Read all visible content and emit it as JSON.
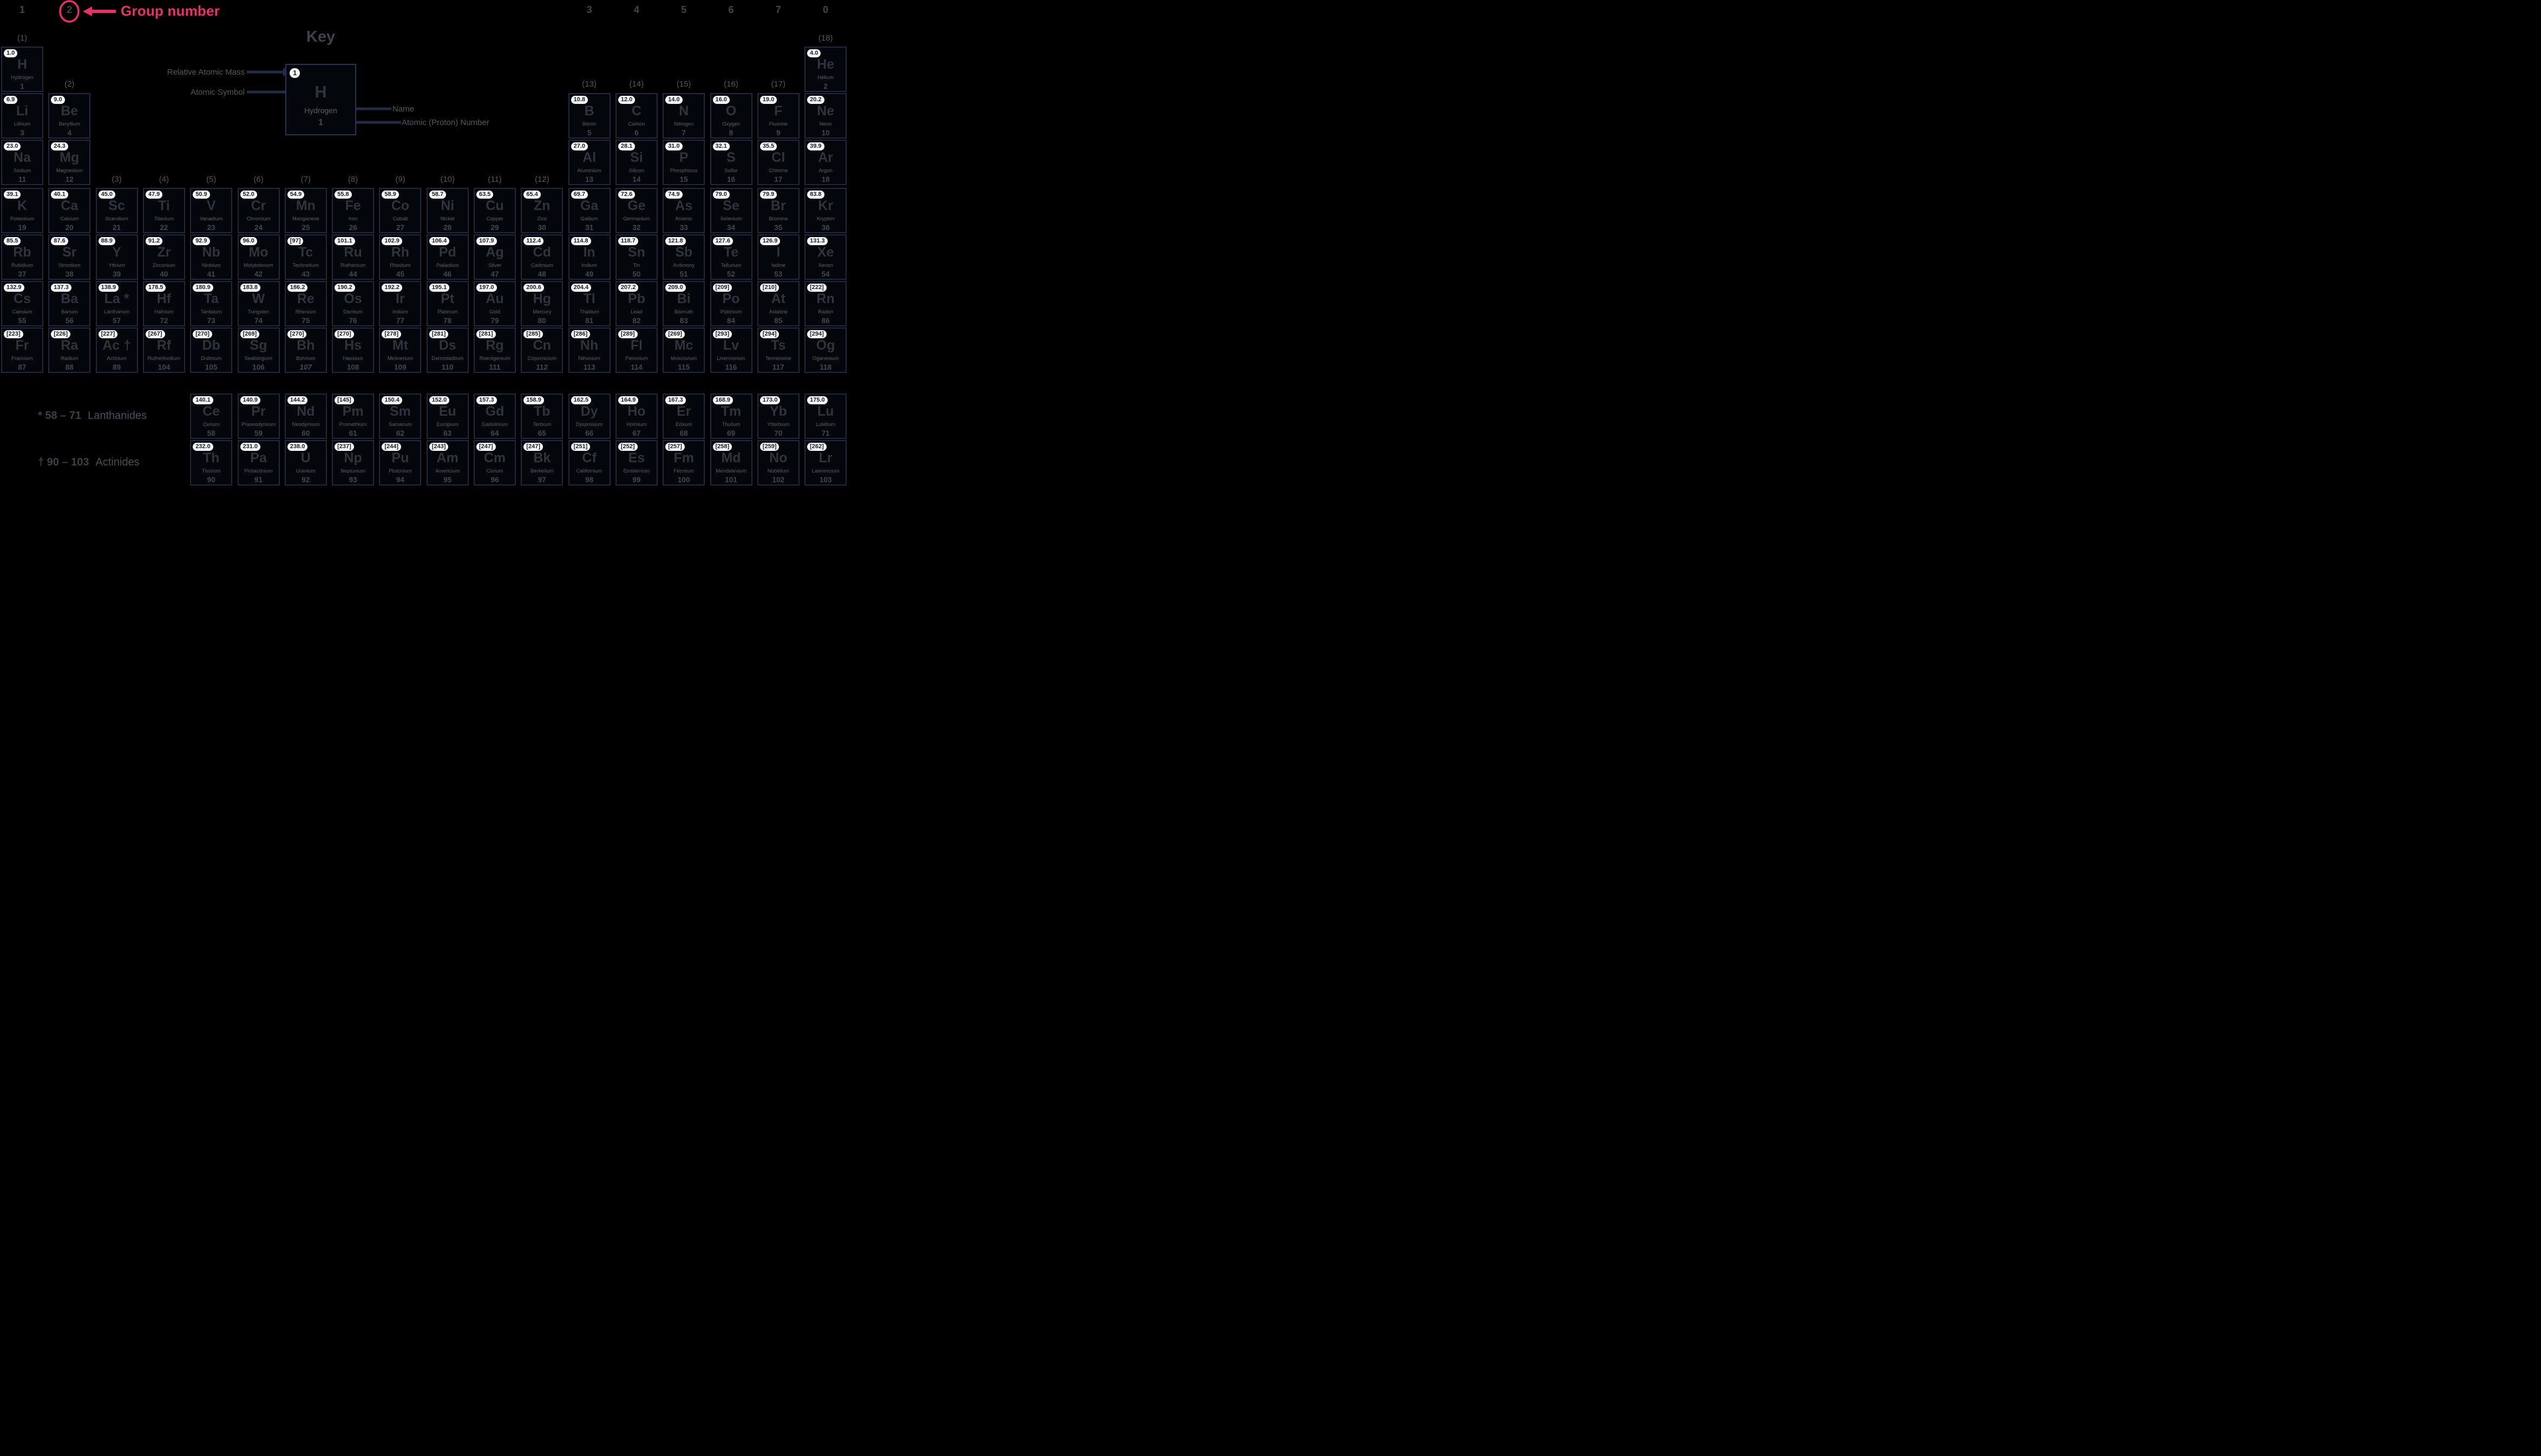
{
  "colors": {
    "accent": "#ed2e6c",
    "arrow": "#222c44",
    "cell_border": "#1f2940",
    "pill_bg": "#f7f8f9",
    "pill_text": "#191c22"
  },
  "annotation": {
    "group_number_label": "Group number",
    "circled_group": "2"
  },
  "top_groups": [
    {
      "text": "1",
      "col": 1
    },
    {
      "text": "2",
      "col": 2,
      "circled": true
    },
    {
      "text": "3",
      "col": 13
    },
    {
      "text": "4",
      "col": 14
    },
    {
      "text": "5",
      "col": 15
    },
    {
      "text": "6",
      "col": 16
    },
    {
      "text": "7",
      "col": 17
    },
    {
      "text": "0",
      "col": 18
    }
  ],
  "paren_labels": [
    {
      "text": "(1)",
      "col": 1,
      "level": 1
    },
    {
      "text": "(18)",
      "col": 18,
      "level": 1
    },
    {
      "text": "(2)",
      "col": 2,
      "level": 2
    },
    {
      "text": "(13)",
      "col": 13,
      "level": 2
    },
    {
      "text": "(14)",
      "col": 14,
      "level": 2
    },
    {
      "text": "(15)",
      "col": 15,
      "level": 2
    },
    {
      "text": "(16)",
      "col": 16,
      "level": 2
    },
    {
      "text": "(17)",
      "col": 17,
      "level": 2
    },
    {
      "text": "(3)",
      "col": 3,
      "level": 3
    },
    {
      "text": "(4)",
      "col": 4,
      "level": 3
    },
    {
      "text": "(5)",
      "col": 5,
      "level": 3
    },
    {
      "text": "(6)",
      "col": 6,
      "level": 3
    },
    {
      "text": "(7)",
      "col": 7,
      "level": 3
    },
    {
      "text": "(8)",
      "col": 8,
      "level": 3
    },
    {
      "text": "(9)",
      "col": 9,
      "level": 3
    },
    {
      "text": "(10)",
      "col": 10,
      "level": 3
    },
    {
      "text": "(11)",
      "col": 11,
      "level": 3
    },
    {
      "text": "(12)",
      "col": 12,
      "level": 3
    }
  ],
  "key": {
    "title": "Key",
    "mass": "1",
    "symbol": "H",
    "name": "Hydrogen",
    "number": "1",
    "label_mass": "Relative Atomic Mass",
    "label_symbol": "Atomic Symbol",
    "label_name": "Name",
    "label_number": "Atomic (Proton) Number"
  },
  "series_labels": {
    "lanthanides": {
      "prefix": "* 58 – 71",
      "name": "Lanthanides"
    },
    "actinides": {
      "prefix": "† 90 – 103",
      "name": "Actinides"
    }
  },
  "elements": [
    {
      "sym": "H",
      "name": "Hydrogen",
      "num": "1",
      "mass": "1.0",
      "col": 1,
      "row": 1
    },
    {
      "sym": "He",
      "name": "Helium",
      "num": "2",
      "mass": "4.0",
      "col": 18,
      "row": 1
    },
    {
      "sym": "Li",
      "name": "Lithium",
      "num": "3",
      "mass": "6.9",
      "col": 1,
      "row": 2
    },
    {
      "sym": "Be",
      "name": "Beryllium",
      "num": "4",
      "mass": "9.0",
      "col": 2,
      "row": 2
    },
    {
      "sym": "B",
      "name": "Boron",
      "num": "5",
      "mass": "10.8",
      "col": 13,
      "row": 2
    },
    {
      "sym": "C",
      "name": "Carbon",
      "num": "6",
      "mass": "12.0",
      "col": 14,
      "row": 2
    },
    {
      "sym": "N",
      "name": "Nitrogen",
      "num": "7",
      "mass": "14.0",
      "col": 15,
      "row": 2
    },
    {
      "sym": "O",
      "name": "Oxygen",
      "num": "8",
      "mass": "16.0",
      "col": 16,
      "row": 2
    },
    {
      "sym": "F",
      "name": "Fluorine",
      "num": "9",
      "mass": "19.0",
      "col": 17,
      "row": 2
    },
    {
      "sym": "Ne",
      "name": "Neon",
      "num": "10",
      "mass": "20.2",
      "col": 18,
      "row": 2
    },
    {
      "sym": "Na",
      "name": "Sodium",
      "num": "11",
      "mass": "23.0",
      "col": 1,
      "row": 3
    },
    {
      "sym": "Mg",
      "name": "Magnesium",
      "num": "12",
      "mass": "24.3",
      "col": 2,
      "row": 3
    },
    {
      "sym": "Al",
      "name": "Aluminium",
      "num": "13",
      "mass": "27.0",
      "col": 13,
      "row": 3
    },
    {
      "sym": "Si",
      "name": "Silicon",
      "num": "14",
      "mass": "28.1",
      "col": 14,
      "row": 3
    },
    {
      "sym": "P",
      "name": "Phosphorus",
      "num": "15",
      "mass": "31.0",
      "col": 15,
      "row": 3
    },
    {
      "sym": "S",
      "name": "Sulfur",
      "num": "16",
      "mass": "32.1",
      "col": 16,
      "row": 3
    },
    {
      "sym": "Cl",
      "name": "Chlorine",
      "num": "17",
      "mass": "35.5",
      "col": 17,
      "row": 3
    },
    {
      "sym": "Ar",
      "name": "Argon",
      "num": "18",
      "mass": "39.9",
      "col": 18,
      "row": 3
    },
    {
      "sym": "K",
      "name": "Potassium",
      "num": "19",
      "mass": "39.1",
      "col": 1,
      "row": 4
    },
    {
      "sym": "Ca",
      "name": "Calcium",
      "num": "20",
      "mass": "40.1",
      "col": 2,
      "row": 4
    },
    {
      "sym": "Sc",
      "name": "Scandium",
      "num": "21",
      "mass": "45.0",
      "col": 3,
      "row": 4
    },
    {
      "sym": "Ti",
      "name": "Titanium",
      "num": "22",
      "mass": "47.9",
      "col": 4,
      "row": 4
    },
    {
      "sym": "V",
      "name": "Vanadium",
      "num": "23",
      "mass": "50.9",
      "col": 5,
      "row": 4
    },
    {
      "sym": "Cr",
      "name": "Chromium",
      "num": "24",
      "mass": "52.0",
      "col": 6,
      "row": 4
    },
    {
      "sym": "Mn",
      "name": "Manganese",
      "num": "25",
      "mass": "54.9",
      "col": 7,
      "row": 4
    },
    {
      "sym": "Fe",
      "name": "Iron",
      "num": "26",
      "mass": "55.8",
      "col": 8,
      "row": 4
    },
    {
      "sym": "Co",
      "name": "Cobalt",
      "num": "27",
      "mass": "58.9",
      "col": 9,
      "row": 4
    },
    {
      "sym": "Ni",
      "name": "Nickel",
      "num": "28",
      "mass": "58.7",
      "col": 10,
      "row": 4
    },
    {
      "sym": "Cu",
      "name": "Copper",
      "num": "29",
      "mass": "63.5",
      "col": 11,
      "row": 4
    },
    {
      "sym": "Zn",
      "name": "Zinc",
      "num": "30",
      "mass": "65.4",
      "col": 12,
      "row": 4
    },
    {
      "sym": "Ga",
      "name": "Gallium",
      "num": "31",
      "mass": "69.7",
      "col": 13,
      "row": 4
    },
    {
      "sym": "Ge",
      "name": "Germanium",
      "num": "32",
      "mass": "72.6",
      "col": 14,
      "row": 4
    },
    {
      "sym": "As",
      "name": "Arsenic",
      "num": "33",
      "mass": "74.9",
      "col": 15,
      "row": 4
    },
    {
      "sym": "Se",
      "name": "Selenium",
      "num": "34",
      "mass": "79.0",
      "col": 16,
      "row": 4
    },
    {
      "sym": "Br",
      "name": "Bromine",
      "num": "35",
      "mass": "79.9",
      "col": 17,
      "row": 4
    },
    {
      "sym": "Kr",
      "name": "Krypton",
      "num": "36",
      "mass": "83.8",
      "col": 18,
      "row": 4
    },
    {
      "sym": "Rb",
      "name": "Rubidium",
      "num": "37",
      "mass": "85.5",
      "col": 1,
      "row": 5
    },
    {
      "sym": "Sr",
      "name": "Strontium",
      "num": "38",
      "mass": "87.6",
      "col": 2,
      "row": 5
    },
    {
      "sym": "Y",
      "name": "Yttrium",
      "num": "39",
      "mass": "88.9",
      "col": 3,
      "row": 5
    },
    {
      "sym": "Zr",
      "name": "Zirconium",
      "num": "40",
      "mass": "91.2",
      "col": 4,
      "row": 5
    },
    {
      "sym": "Nb",
      "name": "Niobium",
      "num": "41",
      "mass": "92.9",
      "col": 5,
      "row": 5
    },
    {
      "sym": "Mo",
      "name": "Molybdenum",
      "num": "42",
      "mass": "96.0",
      "col": 6,
      "row": 5
    },
    {
      "sym": "Tc",
      "name": "Technetium",
      "num": "43",
      "mass": "[97]",
      "col": 7,
      "row": 5
    },
    {
      "sym": "Ru",
      "name": "Ruthenium",
      "num": "44",
      "mass": "101.1",
      "col": 8,
      "row": 5
    },
    {
      "sym": "Rh",
      "name": "Rhodium",
      "num": "45",
      "mass": "102.9",
      "col": 9,
      "row": 5
    },
    {
      "sym": "Pd",
      "name": "Palladium",
      "num": "46",
      "mass": "106.4",
      "col": 10,
      "row": 5
    },
    {
      "sym": "Ag",
      "name": "Silver",
      "num": "47",
      "mass": "107.9",
      "col": 11,
      "row": 5
    },
    {
      "sym": "Cd",
      "name": "Cadmium",
      "num": "48",
      "mass": "112.4",
      "col": 12,
      "row": 5
    },
    {
      "sym": "In",
      "name": "Indium",
      "num": "49",
      "mass": "114.8",
      "col": 13,
      "row": 5
    },
    {
      "sym": "Sn",
      "name": "Tin",
      "num": "50",
      "mass": "118.7",
      "col": 14,
      "row": 5
    },
    {
      "sym": "Sb",
      "name": "Antimony",
      "num": "51",
      "mass": "121.8",
      "col": 15,
      "row": 5
    },
    {
      "sym": "Te",
      "name": "Tellurium",
      "num": "52",
      "mass": "127.6",
      "col": 16,
      "row": 5
    },
    {
      "sym": "I",
      "name": "Iodine",
      "num": "53",
      "mass": "126.9",
      "col": 17,
      "row": 5
    },
    {
      "sym": "Xe",
      "name": "Xenon",
      "num": "54",
      "mass": "131.3",
      "col": 18,
      "row": 5
    },
    {
      "sym": "Cs",
      "name": "Caesium",
      "num": "55",
      "mass": "132.9",
      "col": 1,
      "row": 6
    },
    {
      "sym": "Ba",
      "name": "Barium",
      "num": "56",
      "mass": "137.3",
      "col": 2,
      "row": 6
    },
    {
      "sym": "La",
      "suffix": "*",
      "name": "Lanthanum",
      "num": "57",
      "mass": "138.9",
      "col": 3,
      "row": 6
    },
    {
      "sym": "Hf",
      "name": "Hafnium",
      "num": "72",
      "mass": "178.5",
      "col": 4,
      "row": 6
    },
    {
      "sym": "Ta",
      "name": "Tantalum",
      "num": "73",
      "mass": "180.9",
      "col": 5,
      "row": 6
    },
    {
      "sym": "W",
      "name": "Tungsten",
      "num": "74",
      "mass": "183.8",
      "col": 6,
      "row": 6
    },
    {
      "sym": "Re",
      "name": "Rhenium",
      "num": "75",
      "mass": "186.2",
      "col": 7,
      "row": 6
    },
    {
      "sym": "Os",
      "name": "Osmium",
      "num": "76",
      "mass": "190.2",
      "col": 8,
      "row": 6
    },
    {
      "sym": "Ir",
      "name": "Iridium",
      "num": "77",
      "mass": "192.2",
      "col": 9,
      "row": 6
    },
    {
      "sym": "Pt",
      "name": "Platinum",
      "num": "78",
      "mass": "195.1",
      "col": 10,
      "row": 6
    },
    {
      "sym": "Au",
      "name": "Gold",
      "num": "79",
      "mass": "197.0",
      "col": 11,
      "row": 6
    },
    {
      "sym": "Hg",
      "name": "Mercury",
      "num": "80",
      "mass": "200.6",
      "col": 12,
      "row": 6
    },
    {
      "sym": "Tl",
      "name": "Thallium",
      "num": "81",
      "mass": "204.4",
      "col": 13,
      "row": 6
    },
    {
      "sym": "Pb",
      "name": "Lead",
      "num": "82",
      "mass": "207.2",
      "col": 14,
      "row": 6
    },
    {
      "sym": "Bi",
      "name": "Bismuth",
      "num": "83",
      "mass": "209.0",
      "col": 15,
      "row": 6
    },
    {
      "sym": "Po",
      "name": "Polonium",
      "num": "84",
      "mass": "[209]",
      "col": 16,
      "row": 6
    },
    {
      "sym": "At",
      "name": "Astatine",
      "num": "85",
      "mass": "[210]",
      "col": 17,
      "row": 6
    },
    {
      "sym": "Rn",
      "name": "Radon",
      "num": "86",
      "mass": "[222]",
      "col": 18,
      "row": 6
    },
    {
      "sym": "Fr",
      "name": "Francium",
      "num": "87",
      "mass": "[223]",
      "col": 1,
      "row": 7
    },
    {
      "sym": "Ra",
      "name": "Radium",
      "num": "88",
      "mass": "[226]",
      "col": 2,
      "row": 7
    },
    {
      "sym": "Ac",
      "suffix": "†",
      "name": "Actinium",
      "num": "89",
      "mass": "[227]",
      "col": 3,
      "row": 7
    },
    {
      "sym": "Rf",
      "name": "Rutherfordium",
      "num": "104",
      "mass": "[267]",
      "col": 4,
      "row": 7
    },
    {
      "sym": "Db",
      "name": "Dubnium",
      "num": "105",
      "mass": "[270]",
      "col": 5,
      "row": 7
    },
    {
      "sym": "Sg",
      "name": "Seaborgium",
      "num": "106",
      "mass": "[269]",
      "col": 6,
      "row": 7
    },
    {
      "sym": "Bh",
      "name": "Bohrium",
      "num": "107",
      "mass": "[270]",
      "italic_num": true,
      "col": 7,
      "row": 7
    },
    {
      "sym": "Hs",
      "name": "Hassium",
      "num": "108",
      "mass": "[270]",
      "col": 8,
      "row": 7
    },
    {
      "sym": "Mt",
      "name": "Meitnerium",
      "num": "109",
      "mass": "[278]",
      "col": 9,
      "row": 7
    },
    {
      "sym": "Ds",
      "name": "Darmstadtium",
      "num": "110",
      "mass": "[281]",
      "col": 10,
      "row": 7
    },
    {
      "sym": "Rg",
      "name": "Roentgenium",
      "num": "111",
      "mass": "[281]",
      "col": 11,
      "row": 7
    },
    {
      "sym": "Cn",
      "name": "Copernicium",
      "num": "112",
      "mass": "[285]",
      "col": 12,
      "row": 7
    },
    {
      "sym": "Nh",
      "name": "Nihonium",
      "num": "113",
      "mass": "[286]",
      "col": 13,
      "row": 7
    },
    {
      "sym": "Fl",
      "name": "Flerovium",
      "num": "114",
      "mass": "[289]",
      "col": 14,
      "row": 7
    },
    {
      "sym": "Mc",
      "name": "Moscovium",
      "num": "115",
      "mass": "[269]",
      "col": 15,
      "row": 7
    },
    {
      "sym": "Lv",
      "name": "Livermorium",
      "num": "116",
      "mass": "[293]",
      "col": 16,
      "row": 7
    },
    {
      "sym": "Ts",
      "name": "Tennessine",
      "num": "117",
      "mass": "[294]",
      "col": 17,
      "row": 7
    },
    {
      "sym": "Og",
      "name": "Oganesson",
      "num": "118",
      "mass": "[294]",
      "col": 18,
      "row": 7
    },
    {
      "sym": "Ce",
      "name": "Cerium",
      "num": "58",
      "mass": "140.1",
      "col": 5,
      "row": 8
    },
    {
      "sym": "Pr",
      "name": "Praseodymium",
      "num": "59",
      "mass": "140.9",
      "col": 6,
      "row": 8
    },
    {
      "sym": "Nd",
      "name": "Neodymium",
      "num": "60",
      "mass": "144.2",
      "col": 7,
      "row": 8
    },
    {
      "sym": "Pm",
      "name": "Promethium",
      "num": "61",
      "mass": "[145]",
      "col": 8,
      "row": 8
    },
    {
      "sym": "Sm",
      "name": "Samarium",
      "num": "62",
      "mass": "150.4",
      "col": 9,
      "row": 8
    },
    {
      "sym": "Eu",
      "name": "Europium",
      "num": "63",
      "mass": "152.0",
      "col": 10,
      "row": 8
    },
    {
      "sym": "Gd",
      "name": "Gadolinium",
      "num": "64",
      "mass": "157.3",
      "col": 11,
      "row": 8
    },
    {
      "sym": "Tb",
      "name": "Terbium",
      "num": "65",
      "mass": "158.9",
      "col": 12,
      "row": 8
    },
    {
      "sym": "Dy",
      "name": "Dysprosium",
      "num": "66",
      "mass": "162.5",
      "col": 13,
      "row": 8
    },
    {
      "sym": "Ho",
      "name": "Holmium",
      "num": "67",
      "mass": "164.9",
      "col": 14,
      "row": 8
    },
    {
      "sym": "Er",
      "name": "Erbium",
      "num": "68",
      "mass": "167.3",
      "col": 15,
      "row": 8
    },
    {
      "sym": "Tm",
      "name": "Thulium",
      "num": "69",
      "mass": "168.9",
      "col": 16,
      "row": 8
    },
    {
      "sym": "Yb",
      "name": "Ytterbium",
      "num": "70",
      "mass": "173.0",
      "col": 17,
      "row": 8
    },
    {
      "sym": "Lu",
      "name": "Lutetium",
      "num": "71",
      "mass": "175.0",
      "col": 18,
      "row": 8
    },
    {
      "sym": "Th",
      "name": "Thorium",
      "num": "90",
      "mass": "232.0",
      "col": 5,
      "row": 9
    },
    {
      "sym": "Pa",
      "name": "Protactinium",
      "num": "91",
      "mass": "231.0",
      "col": 6,
      "row": 9
    },
    {
      "sym": "U",
      "name": "Uranium",
      "num": "92",
      "mass": "238.0",
      "col": 7,
      "row": 9
    },
    {
      "sym": "Np",
      "name": "Neptunium",
      "num": "93",
      "mass": "[237]",
      "col": 8,
      "row": 9
    },
    {
      "sym": "Pu",
      "name": "Plutonium",
      "num": "94",
      "mass": "[244]",
      "col": 9,
      "row": 9
    },
    {
      "sym": "Am",
      "name": "Americium",
      "num": "95",
      "mass": "[243]",
      "col": 10,
      "row": 9
    },
    {
      "sym": "Cm",
      "name": "Curium",
      "num": "96",
      "mass": "[247]",
      "col": 11,
      "row": 9
    },
    {
      "sym": "Bk",
      "name": "Berkelium",
      "num": "97",
      "mass": "[247]",
      "col": 12,
      "row": 9
    },
    {
      "sym": "Cf",
      "name": "Californium",
      "num": "98",
      "mass": "[251]",
      "col": 13,
      "row": 9
    },
    {
      "sym": "Es",
      "name": "Einsteinium",
      "num": "99",
      "mass": "[252]",
      "col": 14,
      "row": 9
    },
    {
      "sym": "Fm",
      "name": "Fermium",
      "num": "100",
      "mass": "[257]",
      "col": 15,
      "row": 9
    },
    {
      "sym": "Md",
      "name": "Mendelevium",
      "num": "101",
      "mass": "[258]",
      "col": 16,
      "row": 9
    },
    {
      "sym": "No",
      "name": "Nobelium",
      "num": "102",
      "mass": "[259]",
      "col": 17,
      "row": 9
    },
    {
      "sym": "Lr",
      "name": "Lawrencium",
      "num": "103",
      "mass": "[262]",
      "col": 18,
      "row": 9
    }
  ]
}
